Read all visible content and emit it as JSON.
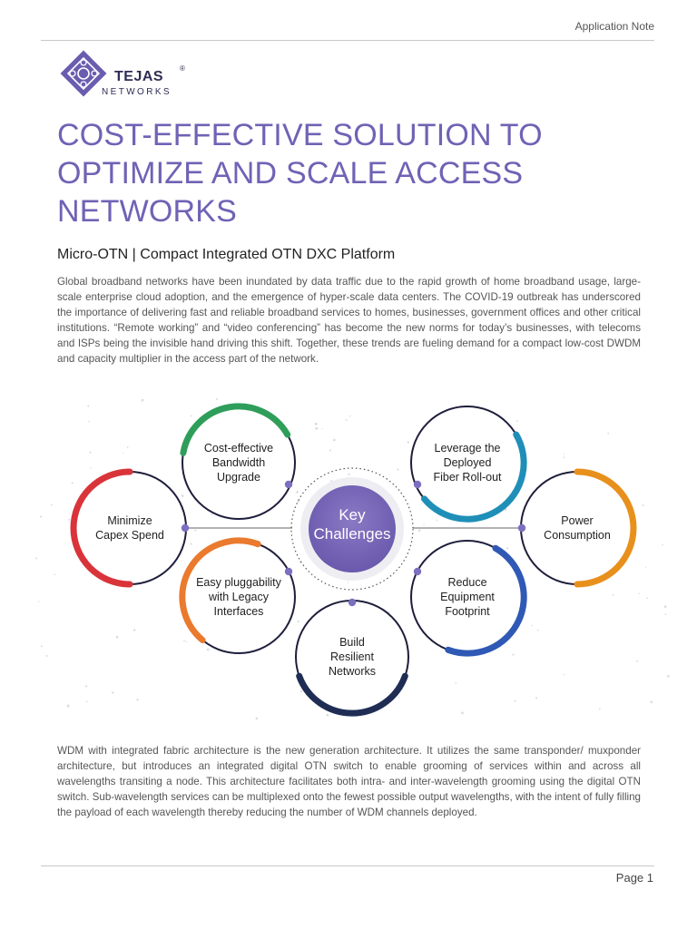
{
  "header": {
    "label": "Application Note"
  },
  "brand": {
    "name": "TEJAS",
    "sub": "NETWORKS",
    "registered": "®"
  },
  "title": "COST-EFFECTIVE SOLUTION TO OPTIMIZE AND SCALE ACCESS NETWORKS",
  "subtitle": "Micro-OTN | Compact Integrated OTN DXC Platform",
  "paragraph1": "Global broadband networks have been inundated by data traffic due to the rapid growth of home broadband usage, large-scale enterprise cloud adoption, and the emergence of hyper-scale data centers. The COVID-19 outbreak has underscored the importance of delivering fast and reliable broadband services to homes, businesses, government offices and other critical institutions. “Remote working” and “video conferencing” has become the new norms for today’s businesses, with telecoms and ISPs being the invisible hand driving this shift. Together, these trends are fueling demand for a compact low-cost DWDM and capacity multiplier in the access part of the network.",
  "diagram": {
    "center": [
      "Key",
      "Challenges"
    ],
    "nodes": [
      {
        "lines": [
          "Cost-effective",
          "Bandwidth",
          "Upgrade"
        ],
        "color": "#2e9e5a"
      },
      {
        "lines": [
          "Leverage the",
          "Deployed",
          "Fiber Roll-out"
        ],
        "color": "#1f8fb8"
      },
      {
        "lines": [
          "Minimize",
          "Capex Spend"
        ],
        "color": "#d9343a"
      },
      {
        "lines": [
          "Power",
          "Consumption"
        ],
        "color": "#e8901c"
      },
      {
        "lines": [
          "Easy pluggability",
          "with Legacy",
          "Interfaces"
        ],
        "color": "#ea7a2e"
      },
      {
        "lines": [
          "Reduce",
          "Equipment",
          "Footprint"
        ],
        "color": "#2f59b5"
      },
      {
        "lines": [
          "Build",
          "Resilient",
          "Networks"
        ],
        "color": "#1f2d55"
      }
    ]
  },
  "paragraph2": "WDM with integrated fabric architecture is the new generation architecture. It utilizes the same transponder/ muxponder architecture, but introduces an integrated digital OTN switch to enable grooming of services within and across all wavelengths transiting a node. This architecture facilitates both intra- and inter-wavelength grooming using the digital OTN switch. Sub-wavelength services can be multiplexed onto the fewest possible output wavelengths, with the intent of fully filling the payload of each wavelength thereby reducing the number of WDM channels deployed.",
  "footer": {
    "page": "Page 1"
  },
  "colors": {
    "title": "#7062b5",
    "center": "#7b68b5",
    "connector": "#7b6fc0"
  }
}
